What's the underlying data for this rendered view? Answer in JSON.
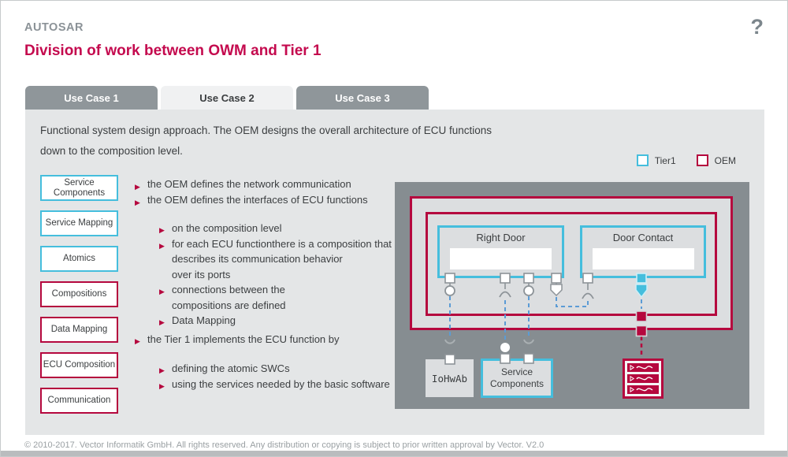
{
  "header": {
    "brand": "AUTOSAR",
    "title": "Division of work between OWM and Tier 1"
  },
  "icons": {
    "help": "?",
    "bullet": "▶"
  },
  "tabs": [
    {
      "label": "Use Case 1",
      "active": false
    },
    {
      "label": "Use Case 2",
      "active": true
    },
    {
      "label": "Use Case 3",
      "active": false
    }
  ],
  "intro": "Functional system design approach. The OEM designs the overall architecture of ECU functions down to the composition level.",
  "legend": [
    {
      "label": "Tier1",
      "color": "#45bedd"
    },
    {
      "label": "OEM",
      "color": "#b5083e"
    }
  ],
  "sidebar": {
    "items": [
      {
        "label": "Service Components",
        "owner": "tier1"
      },
      {
        "label": "Service Mapping",
        "owner": "tier1"
      },
      {
        "label": "Atomics",
        "owner": "tier1"
      },
      {
        "label": "Compositions",
        "owner": "oem"
      },
      {
        "label": "Data Mapping",
        "owner": "oem"
      },
      {
        "label": "ECU Composition",
        "owner": "oem"
      },
      {
        "label": "Communication",
        "owner": "oem"
      }
    ]
  },
  "bullets": [
    {
      "level": 1,
      "text": "the OEM defines the network communication"
    },
    {
      "level": 1,
      "text": "the OEM defines the interfaces of ECU functions"
    },
    {
      "level": 2,
      "text": "on the composition level"
    },
    {
      "level": 2,
      "text": "for each ECU functionthere is a composition that"
    },
    {
      "level": 2,
      "text": "describes its communication behavior",
      "continuation": true
    },
    {
      "level": 2,
      "text": "over its ports",
      "continuation": true
    },
    {
      "level": 2,
      "text": "connections between the"
    },
    {
      "level": 2,
      "text": "compositions are defined",
      "continuation": true
    },
    {
      "level": 2,
      "text": "Data Mapping"
    },
    {
      "level": 1,
      "text": "the Tier 1 implements the ECU function by"
    },
    {
      "level": 2,
      "text": "defining the atomic SWCs"
    },
    {
      "level": 2,
      "text": "using the services needed by the basic software"
    }
  ],
  "diagram": {
    "right_door": "Right Door",
    "door_contact": "Door Contact",
    "iohwab": "IoHwAb",
    "service_components": "Service Components"
  },
  "colors": {
    "accent_red": "#b5083e",
    "title_red": "#c40a4e",
    "accent_cyan": "#45bedd",
    "panel_gray": "#868d91",
    "connector_blue": "#5b9bd5",
    "tab_gray": "#8f969a"
  },
  "footer": {
    "copyright": "© 2010-2017. Vector Informatik GmbH. All rights reserved. Any distribution or copying is subject to prior written approval by Vector. V2.0"
  }
}
